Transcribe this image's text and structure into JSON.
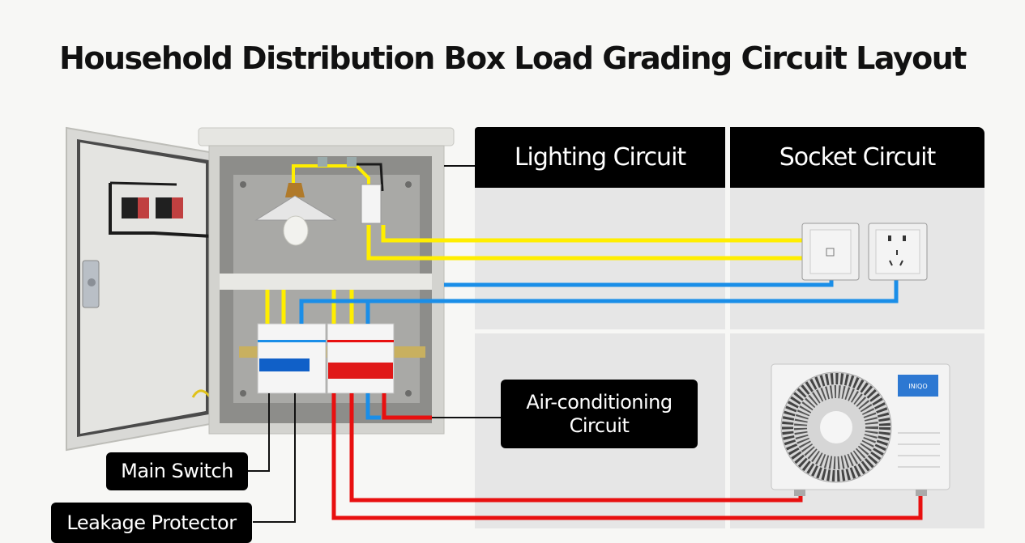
{
  "title": "Household Distribution Box Load Grading Circuit Layout",
  "circuits": {
    "lighting": {
      "label": "Lighting Circuit"
    },
    "socket": {
      "label": "Socket Circuit"
    },
    "air_conditioning": {
      "label": "Air-conditioning Circuit",
      "line1": "Air-conditioning",
      "line2": "Circuit"
    }
  },
  "components": {
    "main_switch": {
      "label": "Main Switch"
    },
    "leakage_protector": {
      "label": "Leakage Protector"
    },
    "ac_unit_brand": "INIQO"
  },
  "wire_colors": {
    "live_lighting": "#ffee00",
    "neutral": "#1a8ee8",
    "ac_power": "#e81010",
    "ground": "#111111"
  }
}
